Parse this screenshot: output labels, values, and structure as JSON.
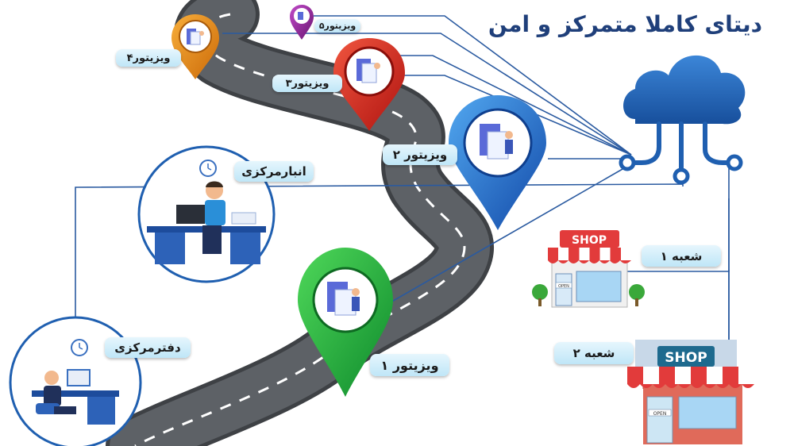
{
  "title": "دیتای کاملا متمرکز و امن",
  "visitors": [
    {
      "label": "ویزیتور ۱"
    },
    {
      "label": "ویزیتور ۲"
    },
    {
      "label": "ویزیتور۳"
    },
    {
      "label": "ویزیتور۴"
    },
    {
      "label": "ویزیتور۵"
    }
  ],
  "locations": {
    "warehouse": "انبارمرکزی",
    "office": "دفترمرکزی",
    "branch1": "شعبه ۱",
    "branch2": "شعبه ۲"
  },
  "shop_sign": "SHOP",
  "shop_open": "OPEN",
  "colors": {
    "line": "#2a5aa0",
    "cloud": "#1f5fb0",
    "road": "#55585c",
    "pin_green": "#1aa53a",
    "pin_blue": "#1e6fcf",
    "pin_red": "#d82a1e",
    "pin_orange": "#e88a12",
    "pin_purple": "#8a2590"
  }
}
